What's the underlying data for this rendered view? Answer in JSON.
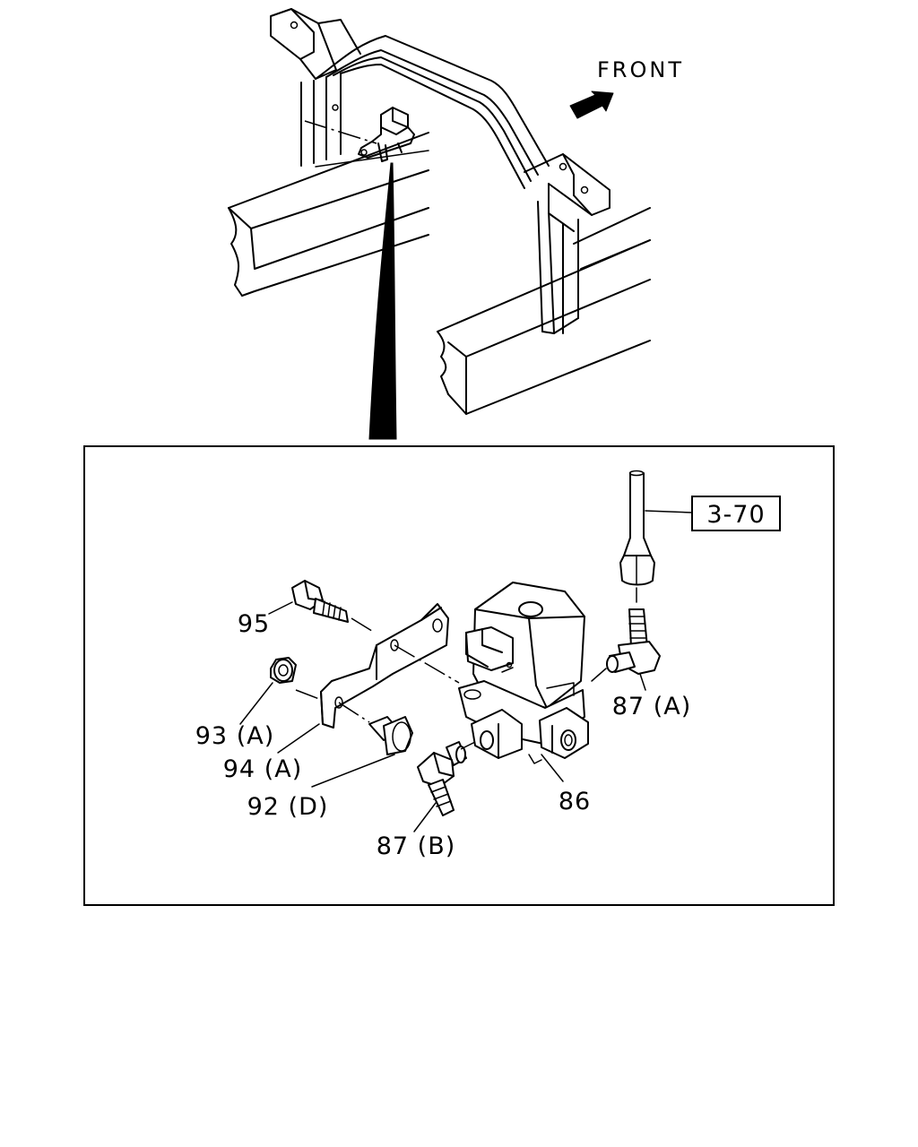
{
  "direction": {
    "label": "FRONT",
    "arrow_icon": "front-arrow-icon"
  },
  "reference": {
    "label": "3-70"
  },
  "callouts": [
    {
      "id": "95",
      "label": "95"
    },
    {
      "id": "93A",
      "label": "93 (A)"
    },
    {
      "id": "94A",
      "label": "94 (A)"
    },
    {
      "id": "92D",
      "label": "92 (D)"
    },
    {
      "id": "87A",
      "label": "87 (A)"
    },
    {
      "id": "86",
      "label": "86"
    },
    {
      "id": "87B",
      "label": "87 (B)"
    }
  ]
}
